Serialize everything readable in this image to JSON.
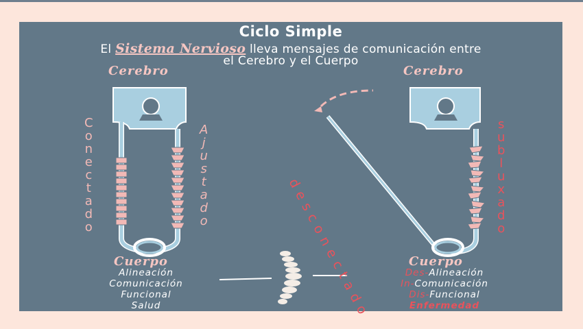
{
  "title": "Ciclo Simple",
  "subtitle": {
    "prefix": "El",
    "emphasis": "Sistema Nervioso",
    "rest_line1": "lleva mensajes de comunicación entre",
    "line2": "el Cerebro y el Cuerpo"
  },
  "left": {
    "top_label": "Cerebro",
    "bottom_label": "Cuerpo",
    "left_word": "Conectado",
    "right_word": "Ajustado",
    "items": [
      "Alineación",
      "Comunicación",
      "Funcional",
      "Salud"
    ]
  },
  "right": {
    "top_label": "Cerebro",
    "bottom_label": "Cuerpo",
    "left_word": "desconectado",
    "right_word": "subluxado",
    "items": [
      {
        "prefix": "Des-",
        "text": "Alineación"
      },
      {
        "prefix": "In-",
        "text": "Comunicación"
      },
      {
        "prefix": "Dis-",
        "text": "Funcional"
      },
      {
        "prefix": "",
        "text": "Enfermedad"
      }
    ]
  },
  "colors": {
    "background": "#fde6dc",
    "panel": "#627888",
    "pin_fill": "#a9cfe0",
    "vertebra": "#f2b9b6",
    "alert": "#e8535c",
    "text": "#ffffff"
  },
  "icons": [
    "safety-pin-closed-icon",
    "safety-pin-open-icon",
    "spine-icon"
  ]
}
